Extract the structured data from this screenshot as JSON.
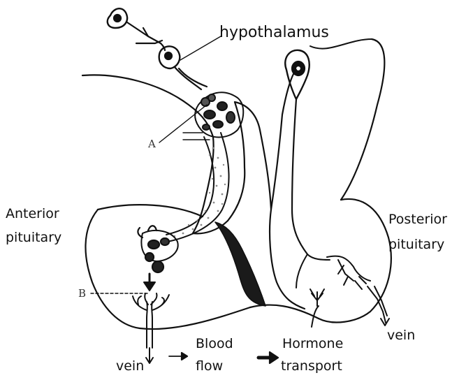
{
  "labels": {
    "hypothalamus": "hypothalamus",
    "a": "A",
    "b": "B",
    "anterior_line1": "Anterior",
    "anterior_line2": "pituitary",
    "posterior_line1": "Posterior",
    "posterior_line2": "pituitary",
    "vein_left": "vein",
    "vein_right": "vein"
  },
  "legend": {
    "blood_flow_line1": "Blood",
    "blood_flow_line2": "flow",
    "hormone_line1": "Hormone",
    "hormone_line2": "transport"
  },
  "colors": {
    "ink": "#111111",
    "background": "#ffffff",
    "dense_tissue": "#1a1a1a",
    "stipple": "#9a9a9a"
  }
}
